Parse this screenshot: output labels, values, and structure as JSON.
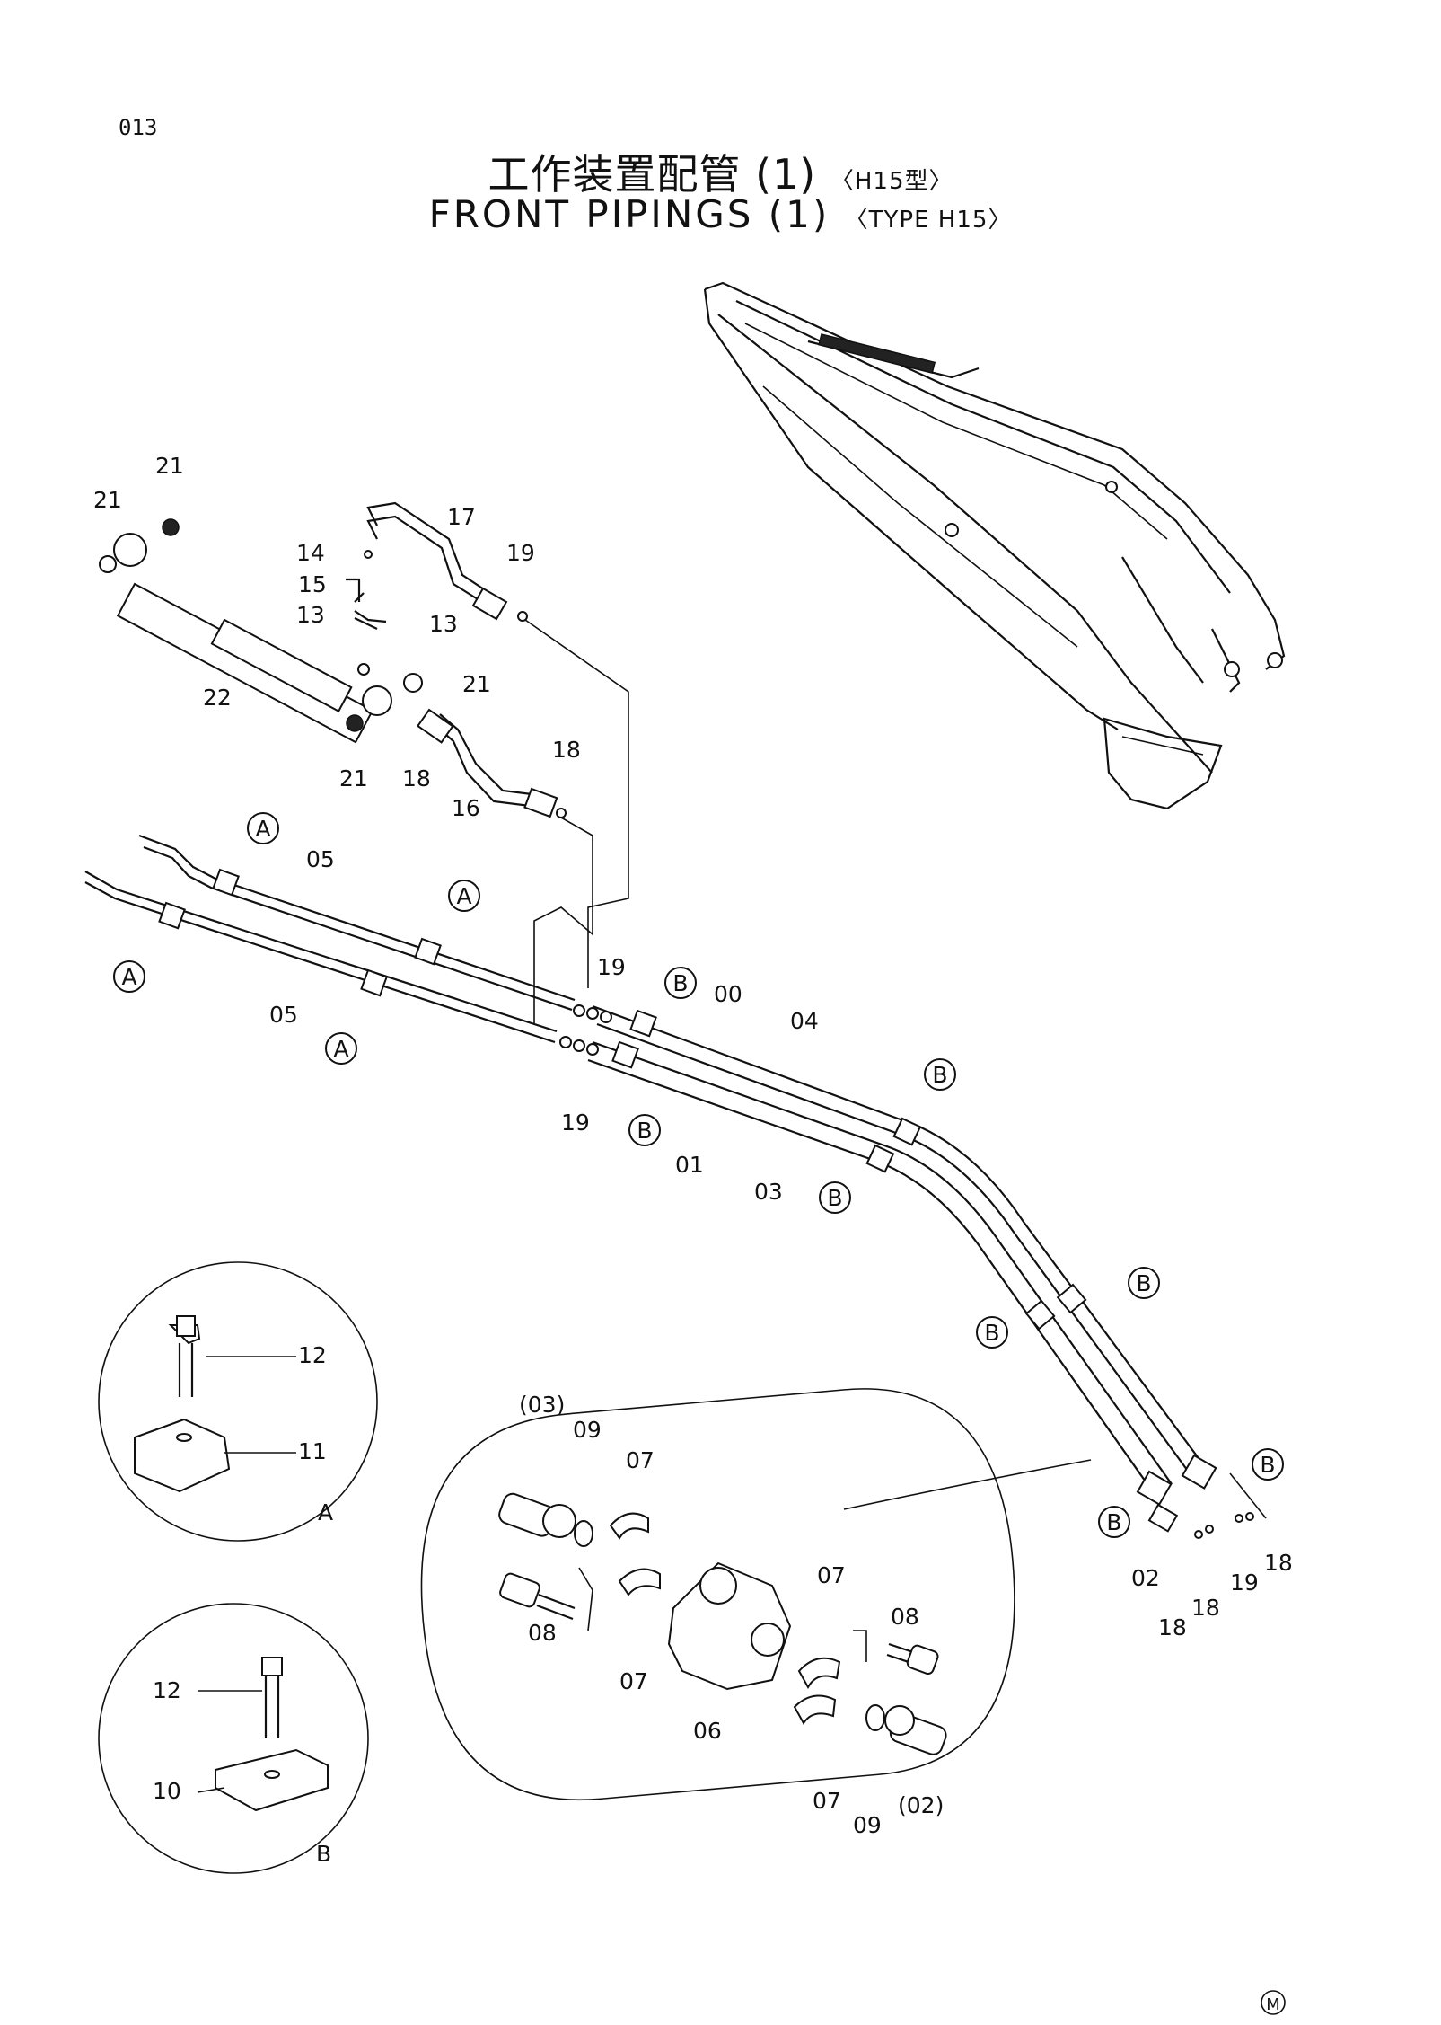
{
  "page_number": "013",
  "title_jp": "工作装置配管 (1)",
  "title_jp_type": "〈H15型〉",
  "title_en": "FRONT  PIPINGS  (1)",
  "title_en_type": "〈TYPE  H15〉",
  "callouts": {
    "c00": "00",
    "c01": "01",
    "c02": "02",
    "c02p": "(02)",
    "c03": "03",
    "c03p": "(03)",
    "c04": "04",
    "c05": "05",
    "c06": "06",
    "c07": "07",
    "c08": "08",
    "c09": "09",
    "c10": "10",
    "c11": "11",
    "c12": "12",
    "c13": "13",
    "c14": "14",
    "c15": "15",
    "c16": "16",
    "c17": "17",
    "c18": "18",
    "c19": "19",
    "c21": "21",
    "c22": "22"
  },
  "view_markers": {
    "a": "A",
    "b": "B"
  },
  "detail_labels": {
    "a": "A",
    "b": "B"
  },
  "corner_mark": "M"
}
